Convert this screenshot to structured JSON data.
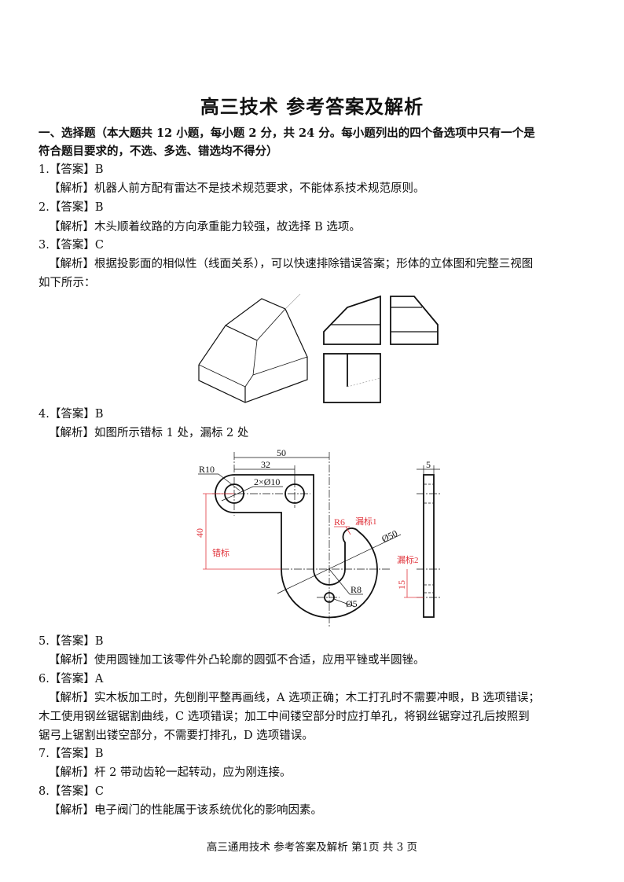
{
  "title": "高三技术  参考答案及解析",
  "section": {
    "heading_lines": [
      "一、选择题（本大题共 12 小题，每小题 2 分，共 24 分。每小题列出的四个备选项中只有一个是",
      "符合题目要求的，不选、多选、错选均不得分）"
    ]
  },
  "questions": [
    {
      "answer": "1.【答案】B",
      "explain": [
        "【解析】机器人前方配有雷达不是技术规范要求，不能体系技术规范原则。"
      ]
    },
    {
      "answer": "2.【答案】B",
      "explain": [
        "【解析】木头顺着纹路的方向承重能力较强，故选择 B 选项。"
      ]
    },
    {
      "answer": "3.【答案】C",
      "explain": [
        "【解析】根据投影面的相似性（线面关系），可以快速排除错误答案；形体的立体图和完整三视图",
        "如下所示："
      ]
    },
    {
      "answer": "4.【答案】B",
      "explain": [
        "【解析】如图所示错标 1 处，漏标 2 处"
      ]
    },
    {
      "answer": "5.【答案】B",
      "explain": [
        "【解析】使用圆锉加工该零件外凸轮廓的圆弧不合适，应用平锉或半圆锉。"
      ]
    },
    {
      "answer": "6.【答案】A",
      "explain": [
        "【解析】实木板加工时，先刨削平整再画线，A 选项正确；木工打孔时不需要冲眼，B 选项错误；",
        "木工使用钢丝锯锯割曲线，C 选项错误；加工中间镂空部分时应打单孔，将钢丝锯穿过孔后按照到",
        "锯弓上锯割出镂空部分，不需要打排孔，D 选项错误。"
      ]
    },
    {
      "answer": "7.【答案】B",
      "explain": [
        "【解析】杆 2 带动齿轮一起转动，应为刚连接。"
      ]
    },
    {
      "answer": "8.【答案】C",
      "explain": [
        "【解析】电子阀门的性能属于该系统优化的影响因素。"
      ]
    }
  ],
  "figure4": {
    "dim_50": "50",
    "dim_32": "32",
    "r10": "R10",
    "holes": "2×Ø10",
    "dim_40": "40",
    "wrong_mark": "错标",
    "r6": "R6",
    "missing1": "漏标1",
    "d50": "Ø50",
    "r8": "R8",
    "d5": "Ø5",
    "dim_5": "5",
    "missing2": "漏标2",
    "dim_15": "15"
  },
  "colors": {
    "annotation_red": "#e0343c"
  },
  "footer": "高三通用技术  参考答案及解析  第1页  共 3 页"
}
